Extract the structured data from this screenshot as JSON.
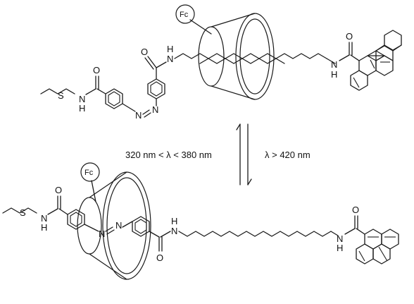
{
  "top_state": {
    "atoms": {
      "O_left": "O",
      "NH_left": "N",
      "H_left": "H",
      "S": "S",
      "O_mid": "O",
      "NH_mid": "N",
      "H_mid": "H",
      "N_azo_a": "N",
      "N_azo_b": "N",
      "O_right": "O",
      "NH_right": "N",
      "H_right": "H"
    },
    "ferrocene_label": "Fc"
  },
  "conditions": {
    "forward": "320 nm < λ < 380 nm",
    "backward": "λ > 420 nm"
  },
  "bottom_state": {
    "atoms": {
      "O_left": "O",
      "NH_left": "N",
      "H_left": "H",
      "S": "S",
      "N_azo_a": "N",
      "N_azo_b": "N",
      "O_mid": "O",
      "NH_mid": "N",
      "H_mid": "H",
      "O_right": "O",
      "NH_right": "N",
      "H_right": "H"
    },
    "ferrocene_label": "Fc"
  }
}
